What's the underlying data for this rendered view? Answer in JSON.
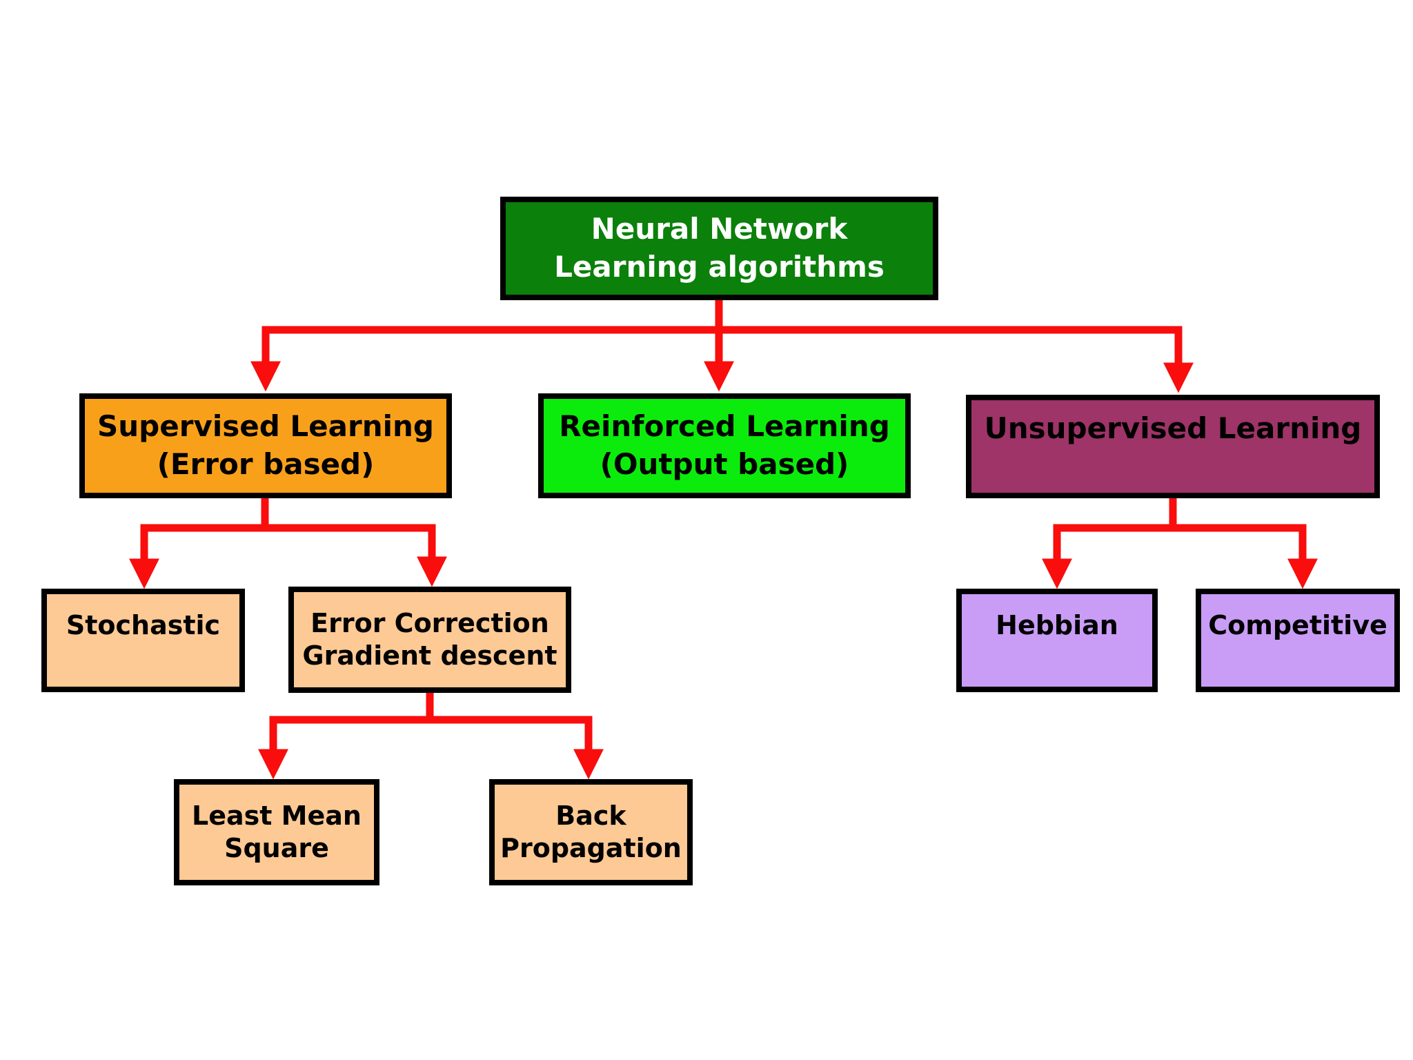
{
  "diagram": {
    "type": "flowchart",
    "background": "#ffffff",
    "connector_color": "#f90d0d",
    "border_color": "#000000",
    "nodes": {
      "root": {
        "label": "Neural Network\nLearning algorithms",
        "bg": "#0b800b",
        "text": "#ffffff"
      },
      "supervised": {
        "label": "Supervised Learning\n(Error based)",
        "bg": "#f9a01b",
        "text": "#000000"
      },
      "reinforced": {
        "label": "Reinforced Learning\n(Output based)",
        "bg": "#0cec0c",
        "text": "#000000"
      },
      "unsupervised": {
        "label": "Unsupervised Learning",
        "bg": "#9e3468",
        "text": "#000000"
      },
      "stochastic": {
        "label": "Stochastic",
        "bg": "#fdc995",
        "text": "#000000"
      },
      "error_correction": {
        "label": "Error Correction\nGradient descent",
        "bg": "#fdc995",
        "text": "#000000"
      },
      "least_mean_square": {
        "label": "Least Mean\nSquare",
        "bg": "#fdc995",
        "text": "#000000"
      },
      "back_propagation": {
        "label": "Back\nPropagation",
        "bg": "#fdc995",
        "text": "#000000"
      },
      "hebbian": {
        "label": "Hebbian",
        "bg": "#c99cf6",
        "text": "#000000"
      },
      "competitive": {
        "label": "Competitive",
        "bg": "#c99cf6",
        "text": "#000000"
      }
    },
    "edges": [
      {
        "from": "root",
        "to": "supervised"
      },
      {
        "from": "root",
        "to": "reinforced"
      },
      {
        "from": "root",
        "to": "unsupervised"
      },
      {
        "from": "supervised",
        "to": "stochastic"
      },
      {
        "from": "supervised",
        "to": "error_correction"
      },
      {
        "from": "error_correction",
        "to": "least_mean_square"
      },
      {
        "from": "error_correction",
        "to": "back_propagation"
      },
      {
        "from": "unsupervised",
        "to": "hebbian"
      },
      {
        "from": "unsupervised",
        "to": "competitive"
      }
    ]
  }
}
